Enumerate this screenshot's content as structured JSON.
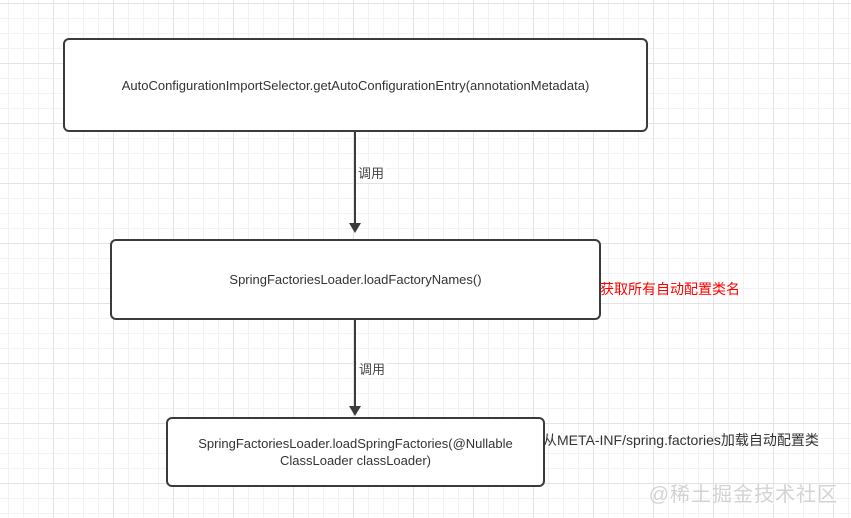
{
  "diagram": {
    "nodes": {
      "box1": {
        "label": "AutoConfigurationImportSelector.getAutoConfigurationEntry(annotationMetadata)"
      },
      "box2": {
        "label": "SpringFactoriesLoader.loadFactoryNames()"
      },
      "box3": {
        "label": "SpringFactoriesLoader.loadSpringFactories(@Nullable ClassLoader classLoader)"
      }
    },
    "edges": {
      "edge1": {
        "label": "调用"
      },
      "edge2": {
        "label": "调用"
      }
    },
    "annotations": {
      "box2_note": {
        "text": "获取所有自动配置类名",
        "color": "#ff0000"
      },
      "box3_note": {
        "text": "从META-INF/spring.factories加载自动配置类",
        "color": "#333333"
      }
    },
    "colors": {
      "node_border": "#3b3b3b",
      "node_text": "#333333",
      "edge": "#3b3b3b",
      "grid_minor": "#f2f2f2",
      "grid_major": "#e3e3e3"
    }
  },
  "watermark": {
    "text": "@稀土掘金技术社区"
  }
}
